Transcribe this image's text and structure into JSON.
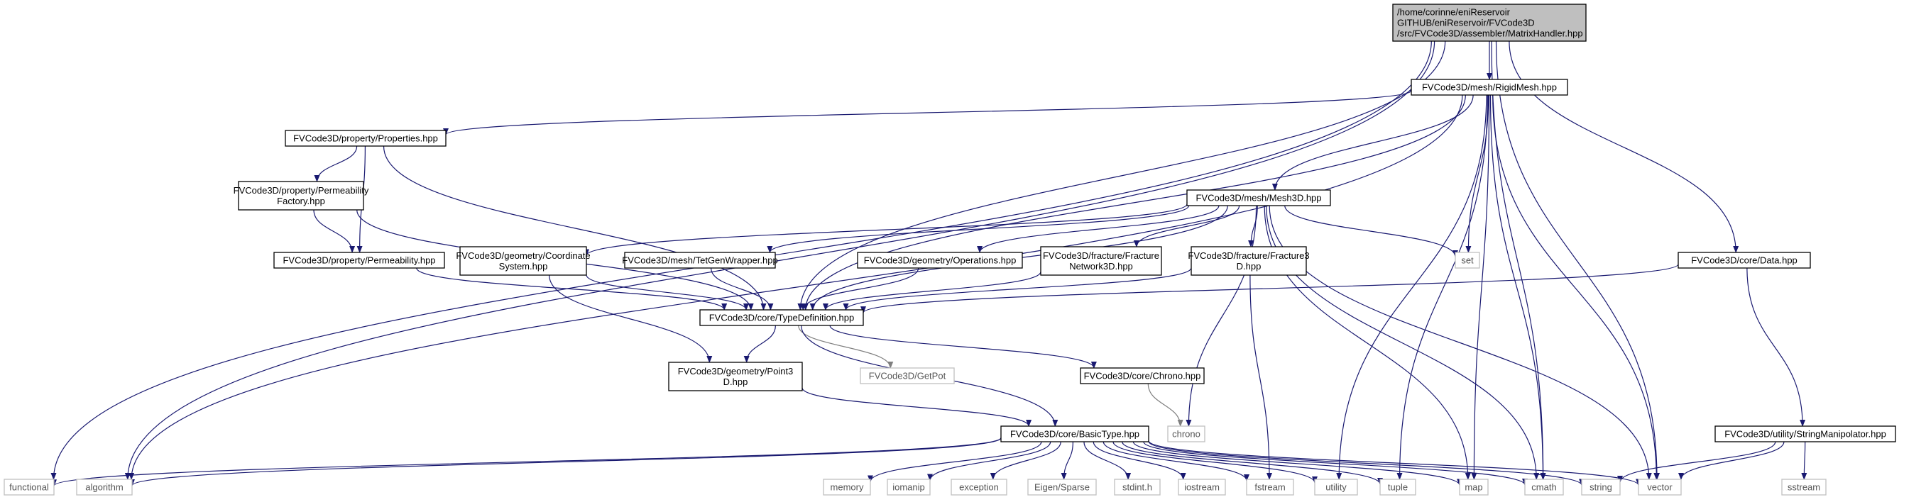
{
  "colors": {
    "edge": "#191970",
    "edge_system": "#7f7f7f",
    "node_border": "#000000",
    "node_border_system": "#c0c0c0",
    "root_fill": "#bfbfbf",
    "node_fill": "#ffffff"
  },
  "nodes": [
    {
      "id": "root",
      "lines": [
        "/home/corinne/eniReservoir",
        "GITHUB/eniReservoir/FVCode3D",
        "/src/FVCode3D/assembler/MatrixHandler.hpp"
      ],
      "kind": "root"
    },
    {
      "id": "rigidmesh",
      "lines": [
        "FVCode3D/mesh/RigidMesh.hpp"
      ],
      "kind": "header"
    },
    {
      "id": "properties",
      "lines": [
        "FVCode3D/property/Properties.hpp"
      ],
      "kind": "header"
    },
    {
      "id": "permfactory",
      "lines": [
        "FVCode3D/property/Permeability",
        "Factory.hpp"
      ],
      "kind": "header"
    },
    {
      "id": "permeability",
      "lines": [
        "FVCode3D/property/Permeability.hpp"
      ],
      "kind": "header"
    },
    {
      "id": "mesh3d",
      "lines": [
        "FVCode3D/mesh/Mesh3D.hpp"
      ],
      "kind": "header"
    },
    {
      "id": "coordsys",
      "lines": [
        "FVCode3D/geometry/Coordinate",
        "System.hpp"
      ],
      "kind": "header"
    },
    {
      "id": "tetgen",
      "lines": [
        "FVCode3D/mesh/TetGenWrapper.hpp"
      ],
      "kind": "header"
    },
    {
      "id": "operations",
      "lines": [
        "FVCode3D/geometry/Operations.hpp"
      ],
      "kind": "header"
    },
    {
      "id": "fracnet",
      "lines": [
        "FVCode3D/fracture/Fracture",
        "Network3D.hpp"
      ],
      "kind": "header"
    },
    {
      "id": "frac3d",
      "lines": [
        "FVCode3D/fracture/Fracture3",
        "D.hpp"
      ],
      "kind": "header"
    },
    {
      "id": "set",
      "lines": [
        "set"
      ],
      "kind": "system"
    },
    {
      "id": "data",
      "lines": [
        "FVCode3D/core/Data.hpp"
      ],
      "kind": "header"
    },
    {
      "id": "typedef",
      "lines": [
        "FVCode3D/core/TypeDefinition.hpp"
      ],
      "kind": "header"
    },
    {
      "id": "point3d",
      "lines": [
        "FVCode3D/geometry/Point3",
        "D.hpp"
      ],
      "kind": "header"
    },
    {
      "id": "getpot",
      "lines": [
        "FVCode3D/GetPot"
      ],
      "kind": "system"
    },
    {
      "id": "chronohpp",
      "lines": [
        "FVCode3D/core/Chrono.hpp"
      ],
      "kind": "header"
    },
    {
      "id": "chrono",
      "lines": [
        "chrono"
      ],
      "kind": "system"
    },
    {
      "id": "basictype",
      "lines": [
        "FVCode3D/core/BasicType.hpp"
      ],
      "kind": "header"
    },
    {
      "id": "strmanip",
      "lines": [
        "FVCode3D/utility/StringManipolator.hpp"
      ],
      "kind": "header"
    },
    {
      "id": "functional",
      "lines": [
        "functional"
      ],
      "kind": "system"
    },
    {
      "id": "algorithm",
      "lines": [
        "algorithm"
      ],
      "kind": "system"
    },
    {
      "id": "memory",
      "lines": [
        "memory"
      ],
      "kind": "system"
    },
    {
      "id": "iomanip",
      "lines": [
        "iomanip"
      ],
      "kind": "system"
    },
    {
      "id": "exception",
      "lines": [
        "exception"
      ],
      "kind": "system"
    },
    {
      "id": "eigensparse",
      "lines": [
        "Eigen/Sparse"
      ],
      "kind": "system"
    },
    {
      "id": "stdint",
      "lines": [
        "stdint.h"
      ],
      "kind": "system"
    },
    {
      "id": "iostream",
      "lines": [
        "iostream"
      ],
      "kind": "system"
    },
    {
      "id": "fstream",
      "lines": [
        "fstream"
      ],
      "kind": "system"
    },
    {
      "id": "utility",
      "lines": [
        "utility"
      ],
      "kind": "system"
    },
    {
      "id": "tuple",
      "lines": [
        "tuple"
      ],
      "kind": "system"
    },
    {
      "id": "map",
      "lines": [
        "map"
      ],
      "kind": "system"
    },
    {
      "id": "cmath",
      "lines": [
        "cmath"
      ],
      "kind": "system"
    },
    {
      "id": "string",
      "lines": [
        "string"
      ],
      "kind": "system"
    },
    {
      "id": "vector",
      "lines": [
        "vector"
      ],
      "kind": "system"
    },
    {
      "id": "sstream",
      "lines": [
        "sstream"
      ],
      "kind": "system"
    }
  ],
  "edges": [
    [
      "root",
      "rigidmesh"
    ],
    [
      "root",
      "functional"
    ],
    [
      "root",
      "algorithm"
    ],
    [
      "root",
      "typedef"
    ],
    [
      "root",
      "data"
    ],
    [
      "root",
      "cmath"
    ],
    [
      "root",
      "vector"
    ],
    [
      "rigidmesh",
      "properties"
    ],
    [
      "rigidmesh",
      "mesh3d"
    ],
    [
      "rigidmesh",
      "typedef"
    ],
    [
      "rigidmesh",
      "set"
    ],
    [
      "rigidmesh",
      "vector"
    ],
    [
      "rigidmesh",
      "utility"
    ],
    [
      "rigidmesh",
      "tuple"
    ],
    [
      "rigidmesh",
      "map"
    ],
    [
      "rigidmesh",
      "cmath"
    ],
    [
      "rigidmesh",
      "algorithm"
    ],
    [
      "properties",
      "permfactory"
    ],
    [
      "properties",
      "permeability"
    ],
    [
      "properties",
      "typedef"
    ],
    [
      "permfactory",
      "permeability"
    ],
    [
      "permfactory",
      "typedef"
    ],
    [
      "permeability",
      "typedef"
    ],
    [
      "mesh3d",
      "coordsys"
    ],
    [
      "mesh3d",
      "tetgen"
    ],
    [
      "mesh3d",
      "operations"
    ],
    [
      "mesh3d",
      "fracnet"
    ],
    [
      "mesh3d",
      "frac3d"
    ],
    [
      "mesh3d",
      "typedef"
    ],
    [
      "mesh3d",
      "set"
    ],
    [
      "mesh3d",
      "map"
    ],
    [
      "mesh3d",
      "chrono"
    ],
    [
      "mesh3d",
      "vector"
    ],
    [
      "mesh3d",
      "cmath"
    ],
    [
      "coordsys",
      "typedef"
    ],
    [
      "coordsys",
      "point3d"
    ],
    [
      "tetgen",
      "typedef"
    ],
    [
      "operations",
      "typedef"
    ],
    [
      "fracnet",
      "typedef"
    ],
    [
      "frac3d",
      "typedef"
    ],
    [
      "frac3d",
      "fstream"
    ],
    [
      "data",
      "typedef"
    ],
    [
      "data",
      "strmanip"
    ],
    [
      "typedef",
      "point3d"
    ],
    [
      "typedef",
      "getpot"
    ],
    [
      "typedef",
      "chronohpp"
    ],
    [
      "typedef",
      "basictype"
    ],
    [
      "point3d",
      "basictype"
    ],
    [
      "chronohpp",
      "chrono"
    ],
    [
      "basictype",
      "functional"
    ],
    [
      "basictype",
      "algorithm"
    ],
    [
      "basictype",
      "memory"
    ],
    [
      "basictype",
      "iomanip"
    ],
    [
      "basictype",
      "exception"
    ],
    [
      "basictype",
      "eigensparse"
    ],
    [
      "basictype",
      "stdint"
    ],
    [
      "basictype",
      "iostream"
    ],
    [
      "basictype",
      "fstream"
    ],
    [
      "basictype",
      "utility"
    ],
    [
      "basictype",
      "tuple"
    ],
    [
      "basictype",
      "map"
    ],
    [
      "basictype",
      "cmath"
    ],
    [
      "basictype",
      "string"
    ],
    [
      "basictype",
      "vector"
    ],
    [
      "strmanip",
      "string"
    ],
    [
      "strmanip",
      "vector"
    ],
    [
      "strmanip",
      "sstream"
    ]
  ]
}
